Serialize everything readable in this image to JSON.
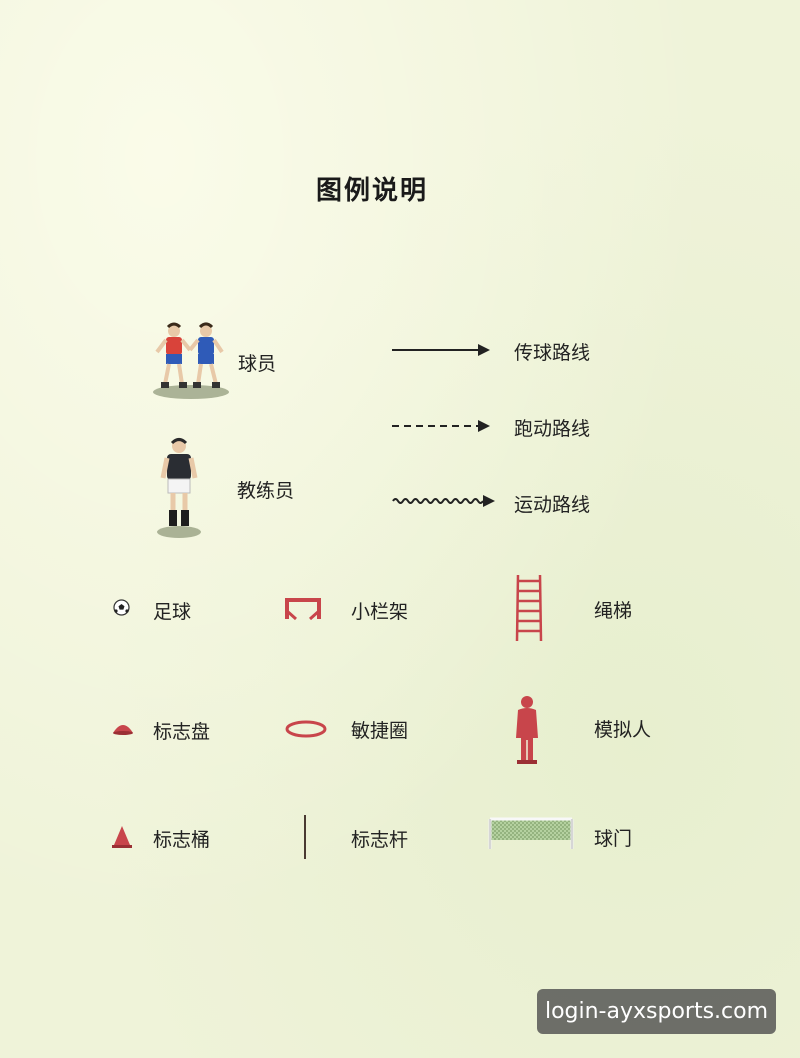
{
  "title": "图例说明",
  "people": [
    {
      "icon": "players-icon",
      "label": "球员"
    },
    {
      "icon": "coach-icon",
      "label": "教练员"
    }
  ],
  "lines": [
    {
      "icon": "solid-arrow-icon",
      "label": "传球路线"
    },
    {
      "icon": "dashed-arrow-icon",
      "label": "跑动路线"
    },
    {
      "icon": "wavy-arrow-icon",
      "label": "运动路线"
    }
  ],
  "equipment": [
    {
      "icon": "soccer-ball-icon",
      "label": "足球"
    },
    {
      "icon": "mini-hurdle-icon",
      "label": "小栏架"
    },
    {
      "icon": "rope-ladder-icon",
      "label": "绳梯"
    },
    {
      "icon": "marker-disc-icon",
      "label": "标志盘"
    },
    {
      "icon": "agility-ring-icon",
      "label": "敏捷圈"
    },
    {
      "icon": "dummy-icon",
      "label": "模拟人"
    },
    {
      "icon": "marker-cone-icon",
      "label": "标志桶"
    },
    {
      "icon": "marker-pole-icon",
      "label": "标志杆"
    },
    {
      "icon": "goal-icon",
      "label": "球门"
    }
  ],
  "watermark": "login-ayxsports.com",
  "colors": {
    "equipment_red": "#c8454b",
    "background": "#eff3d9",
    "player_red": "#d9433a",
    "player_blue": "#2f5bb8"
  }
}
